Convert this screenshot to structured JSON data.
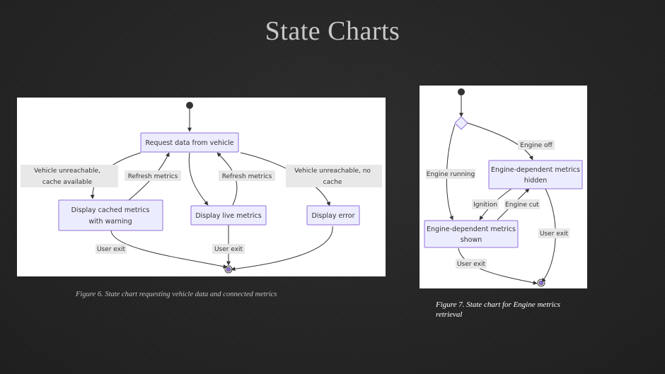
{
  "slide": {
    "title": "State Charts"
  },
  "figure6": {
    "caption": "Figure 6. State chart requesting vehicle data and connected metrics",
    "states": {
      "request": "Request data from vehicle",
      "cached_line1": "Display cached metrics",
      "cached_line2": "with warning",
      "live": "Display live metrics",
      "error": "Display error"
    },
    "edges": {
      "unreach_cache_line1": "Vehicle unreachable,",
      "unreach_cache_line2": "cache available",
      "refresh_left": "Refresh metrics",
      "refresh_right": "Refresh metrics",
      "unreach_nocache_line1": "Vehicle unreachable, no",
      "unreach_nocache_line2": "cache",
      "exit_left": "User exit",
      "exit_mid": "User exit"
    }
  },
  "figure7": {
    "caption_line1": "Figure 7.  State chart for Engine metrics",
    "caption_line2": "retrieval",
    "states": {
      "hidden_line1": "Engine-dependent metrics",
      "hidden_line2": "hidden",
      "shown_line1": "Engine-dependent metrics",
      "shown_line2": "shown"
    },
    "edges": {
      "engine_off": "Engine off",
      "engine_running": "Engine running",
      "ignition": "Ignition",
      "engine_cut": "Engine cut",
      "exit_right": "User exit",
      "exit_left": "User exit"
    }
  },
  "colors": {
    "state_fill": "#ECECFF",
    "state_stroke": "#9370DB",
    "edge": "#333333",
    "label_bg": "#e8e8e8"
  }
}
